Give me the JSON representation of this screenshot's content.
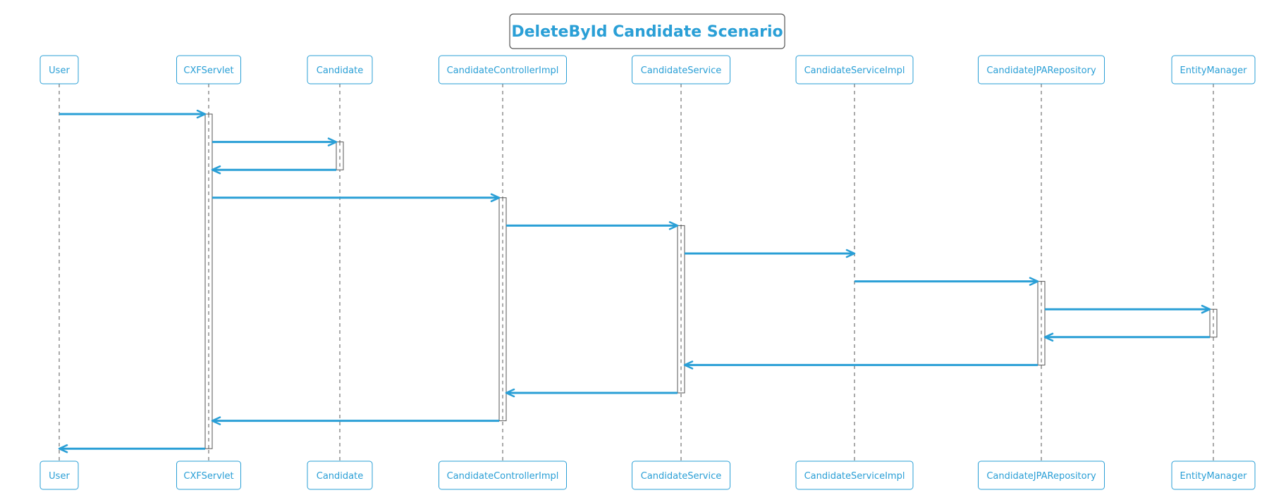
{
  "diagram": {
    "title": "DeleteById Candidate Scenario",
    "colors": {
      "accent": "#2a9fd6",
      "border": "#555555",
      "background": "#ffffff"
    },
    "participants": [
      {
        "id": "user",
        "name": "User"
      },
      {
        "id": "cxfservlet",
        "name": "CXFServlet"
      },
      {
        "id": "candidate",
        "name": "Candidate"
      },
      {
        "id": "candidatecontrollerimpl",
        "name": "CandidateControllerImpl"
      },
      {
        "id": "candidateservice",
        "name": "CandidateService"
      },
      {
        "id": "candidateserviceimpl",
        "name": "CandidateServiceImpl"
      },
      {
        "id": "candidatejparepository",
        "name": "CandidateJPARepository"
      },
      {
        "id": "entitymanager",
        "name": "EntityManager"
      }
    ],
    "messages": [
      {
        "from": "user",
        "to": "cxfservlet",
        "label": ""
      },
      {
        "from": "cxfservlet",
        "to": "candidate",
        "label": ""
      },
      {
        "from": "candidate",
        "to": "cxfservlet",
        "label": ""
      },
      {
        "from": "cxfservlet",
        "to": "candidatecontrollerimpl",
        "label": ""
      },
      {
        "from": "candidatecontrollerimpl",
        "to": "candidateservice",
        "label": ""
      },
      {
        "from": "candidateservice",
        "to": "candidateserviceimpl",
        "label": ""
      },
      {
        "from": "candidateserviceimpl",
        "to": "candidatejparepository",
        "label": ""
      },
      {
        "from": "candidatejparepository",
        "to": "entitymanager",
        "label": ""
      },
      {
        "from": "entitymanager",
        "to": "candidatejparepository",
        "label": ""
      },
      {
        "from": "candidatejparepository",
        "to": "candidateservice",
        "label": ""
      },
      {
        "from": "candidateservice",
        "to": "candidatecontrollerimpl",
        "label": ""
      },
      {
        "from": "candidatecontrollerimpl",
        "to": "cxfservlet",
        "label": ""
      },
      {
        "from": "cxfservlet",
        "to": "user",
        "label": ""
      }
    ],
    "activations": [
      {
        "participant": "cxfservlet",
        "from_message": 0,
        "to_message": 12
      },
      {
        "participant": "candidate",
        "from_message": 1,
        "to_message": 2
      },
      {
        "participant": "candidatecontrollerimpl",
        "from_message": 3,
        "to_message": 11
      },
      {
        "participant": "candidateservice",
        "from_message": 4,
        "to_message": 10
      },
      {
        "participant": "candidatejparepository",
        "from_message": 6,
        "to_message": 9
      },
      {
        "participant": "entitymanager",
        "from_message": 7,
        "to_message": 8
      }
    ]
  }
}
